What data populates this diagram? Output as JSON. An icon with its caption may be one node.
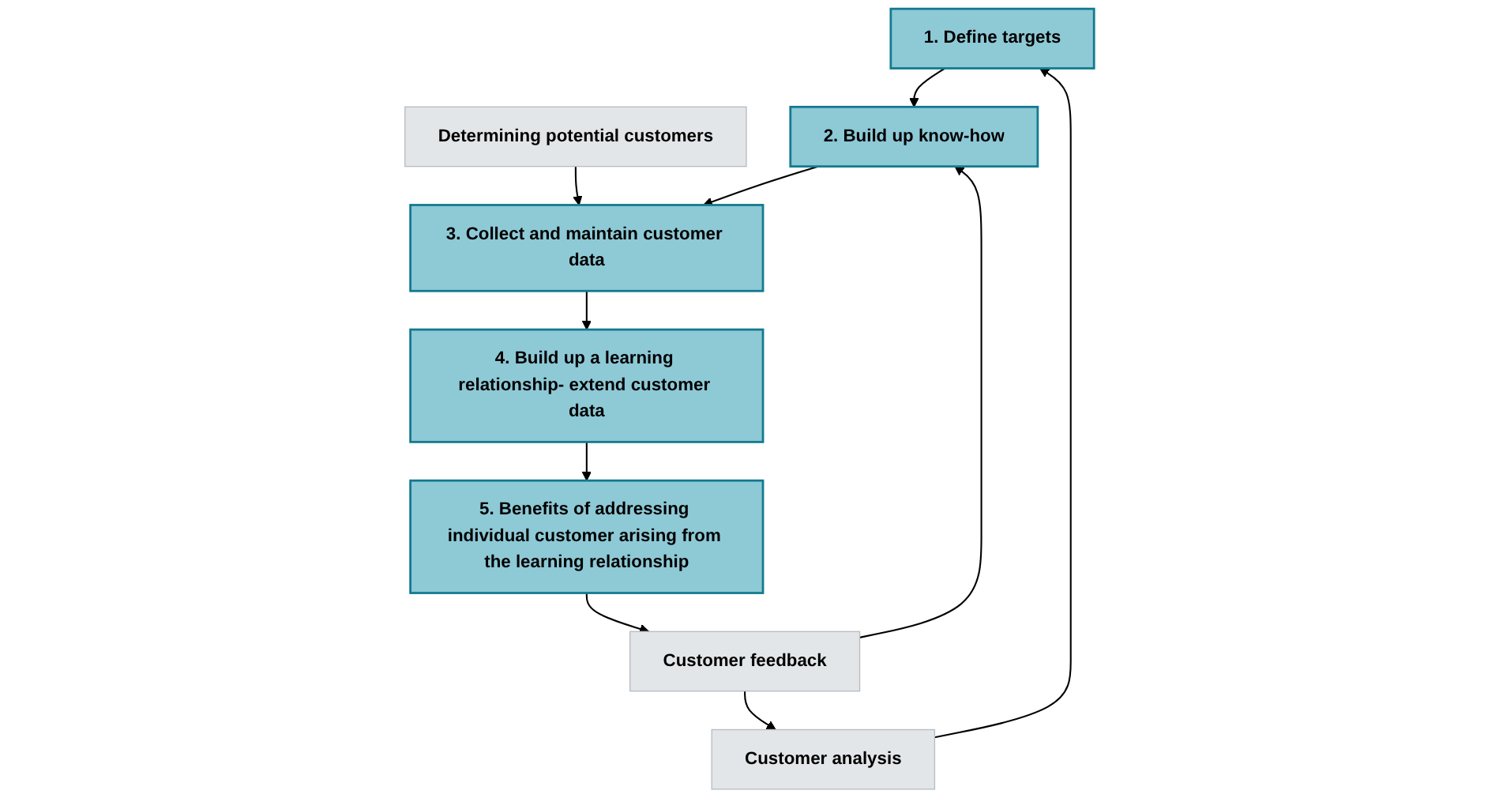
{
  "diagram": {
    "nodes": [
      {
        "text": [
          "1. Define targets"
        ]
      },
      {
        "text": [
          "Customer analysis"
        ]
      },
      {
        "text": [
          "2. Build up know-how"
        ]
      },
      {
        "text": [
          "Customer feedback"
        ]
      },
      {
        "text": [
          "Determining potential customers"
        ]
      },
      {
        "text": [
          "3. Collect and maintain customer data"
        ]
      },
      {
        "text": [
          "4. Build up a learning relationship- extend customer data"
        ]
      },
      {
        "text": [
          "5. Benefits of addressing individual customer arising from the learning relationship"
        ]
      }
    ],
    "edges": [
      {
        "from": 1,
        "to": 0,
        "arrow": "to"
      },
      {
        "from": 0,
        "to": 2,
        "arrow": "to"
      },
      {
        "from": 3,
        "to": 2,
        "arrow": "to"
      },
      {
        "from": 3,
        "to": 1,
        "arrow": "to"
      },
      {
        "from": 4,
        "to": 5,
        "arrow": "to"
      },
      {
        "from": 2,
        "to": 5,
        "arrow": "to"
      },
      {
        "from": 5,
        "to": 6,
        "arrow": "to"
      },
      {
        "from": 6,
        "to": 7,
        "arrow": "to"
      },
      {
        "from": 7,
        "to": 3,
        "arrow": "to"
      }
    ]
  }
}
